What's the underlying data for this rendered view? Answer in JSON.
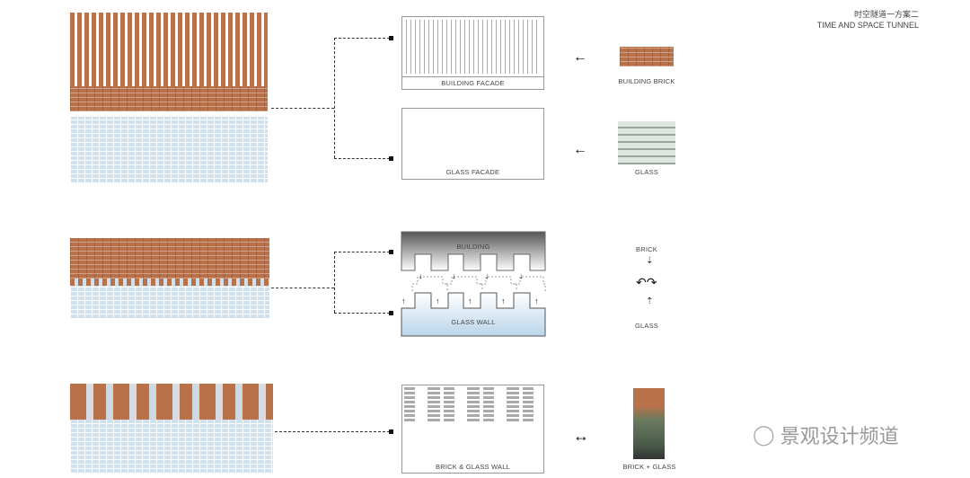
{
  "title": {
    "cn": "时空隧道一方案二",
    "en": "TIME AND SPACE TUNNEL"
  },
  "row1": {
    "facade_label": "BUILDING FACADE",
    "glass_label": "GLASS FACADE",
    "brick_label": "BUILDING BRICK",
    "glass_material_label": "GLASS"
  },
  "row2": {
    "building_label": "BUILDING",
    "glass_wall_label": "GLASS WALL",
    "brick_label": "BRICK",
    "glass_label": "GLASS"
  },
  "row3": {
    "wall_label": "BRICK & GLASS WALL",
    "material_label": "BRICK + GLASS"
  },
  "watermark": {
    "text": "景观设计频道"
  },
  "colors": {
    "brick": "#b9714a",
    "glass": "#cfe1ee"
  }
}
